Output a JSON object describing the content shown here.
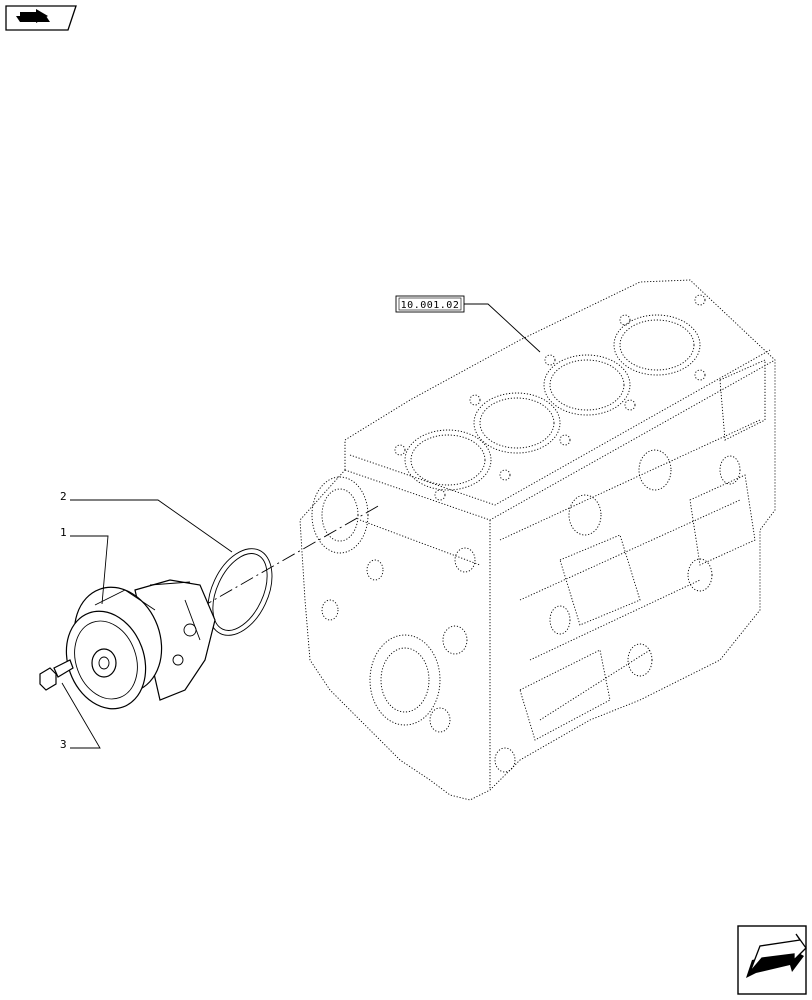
{
  "reference_label": "10.001.02",
  "callouts": [
    {
      "number": "2",
      "part": "o-ring"
    },
    {
      "number": "1",
      "part": "water-pump"
    },
    {
      "number": "3",
      "part": "bolt"
    }
  ],
  "icons": {
    "top_left": "previous-page-arrow-icon",
    "bottom_right": "next-page-arrow-icon"
  }
}
